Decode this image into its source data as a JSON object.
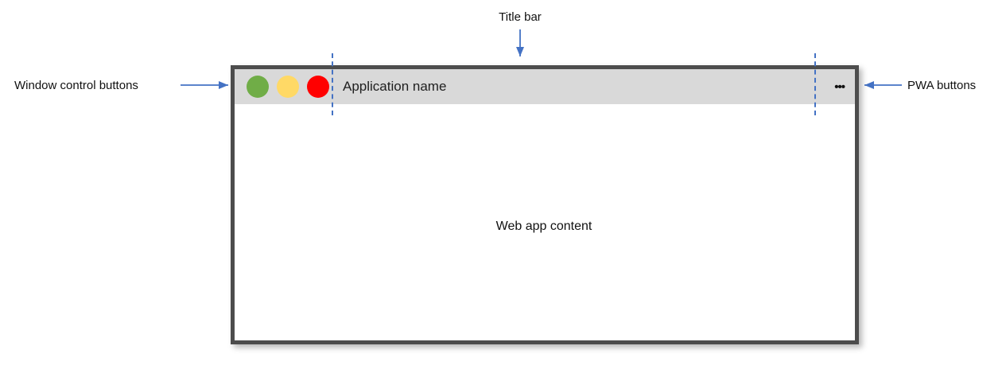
{
  "labels": {
    "title_bar": "Title bar",
    "window_control_buttons": "Window control buttons",
    "pwa_buttons": "PWA buttons",
    "web_app_content": "Web app content"
  },
  "window": {
    "app_name": "Application name",
    "pwa_menu_glyph": "•••"
  },
  "icons": {
    "window_control_buttons": [
      "green-dot-icon",
      "yellow-dot-icon",
      "red-dot-icon"
    ],
    "pwa_menu": "ellipsis-icon",
    "annotation_arrows": [
      "down-arrow",
      "right-arrow",
      "left-arrow",
      "four-way-arrows"
    ]
  },
  "colors": {
    "accent_blue": "#4472C4",
    "dot_green": "#70AD47",
    "dot_yellow": "#FFD966",
    "dot_red": "#FF0000",
    "titlebar_gray": "#D9D9D9",
    "window_border_gray": "#4D4D4D"
  }
}
